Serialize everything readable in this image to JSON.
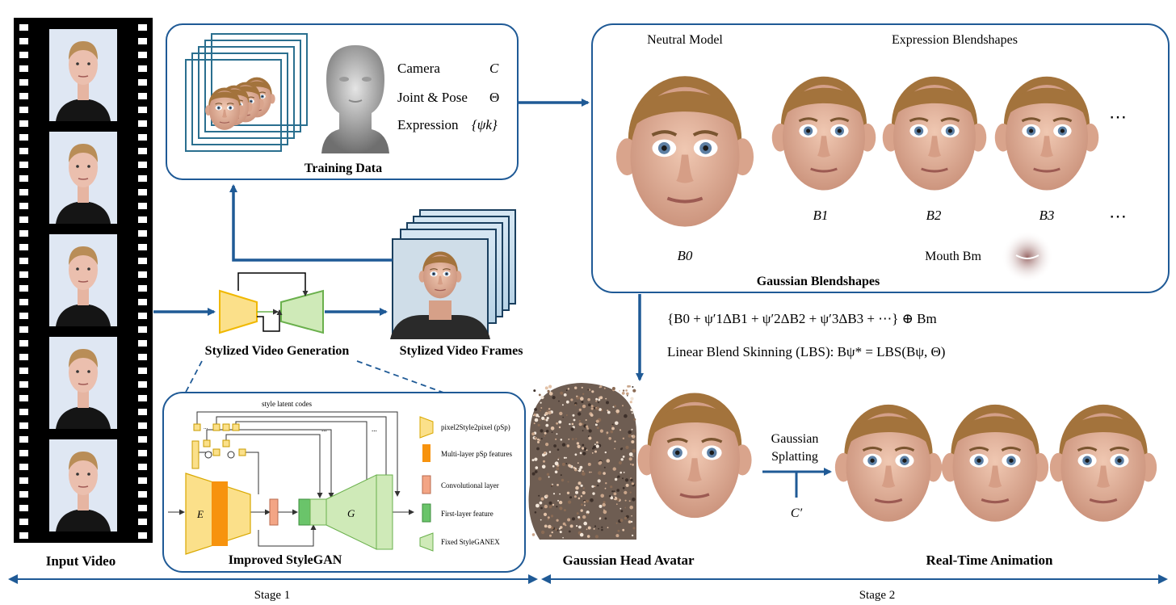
{
  "input_video": {
    "label": "Input Video",
    "frame_count": 5
  },
  "training": {
    "label": "Training Data",
    "params": [
      {
        "name": "Camera",
        "symbol": "C"
      },
      {
        "name": "Joint & Pose",
        "symbol": "Θ"
      },
      {
        "name": "Expression",
        "symbol": "{ψk}"
      }
    ]
  },
  "generation": {
    "label": "Stylized Video Generation",
    "frames_label": "Stylized Video Frames"
  },
  "stylegan": {
    "label": "Improved StyleGAN",
    "latent_label": "style latent codes",
    "encoder_letter": "E",
    "generator_letter": "G",
    "dots": "...",
    "legend": [
      {
        "label": "pixel2Style2pixel (pSp)",
        "color": "#fbe08a"
      },
      {
        "label": "Multi-layer pSp features",
        "color": "#f7930e"
      },
      {
        "label": "Convolutional layer",
        "color": "#f3a585"
      },
      {
        "label": "First-layer feature",
        "color": "#6ac46a"
      },
      {
        "label": "Fixed StyleGANEX",
        "color": "#cfeab8"
      }
    ]
  },
  "blendshapes": {
    "title": "Gaussian Blendshapes",
    "neutral_label": "Neutral Model",
    "expr_label": "Expression Blendshapes",
    "b0": "B0",
    "items": [
      "B1",
      "B2",
      "B3"
    ],
    "ellipsis": "⋯",
    "mouth_label": "Mouth Bm"
  },
  "formula": {
    "line1": "{B0 + ψ′1ΔB1 + ψ′2ΔB2 + ψ′3ΔB3 + ⋯} ⊕ Bm",
    "line2": "Linear Blend Skinning (LBS): Bψ* = LBS(Bψ, Θ)"
  },
  "avatar": {
    "label": "Gaussian Head Avatar"
  },
  "splatting": {
    "label_line1": "Gaussian",
    "label_line2": "Splatting",
    "camera": "C′"
  },
  "animation": {
    "label": "Real-Time Animation"
  },
  "stages": {
    "stage1": "Stage 1",
    "stage2": "Stage 2"
  },
  "colors": {
    "accent": "#1f5a96",
    "frame": "#2a6f8f",
    "skin": "#e2b49c",
    "hair": "#a3733c"
  }
}
